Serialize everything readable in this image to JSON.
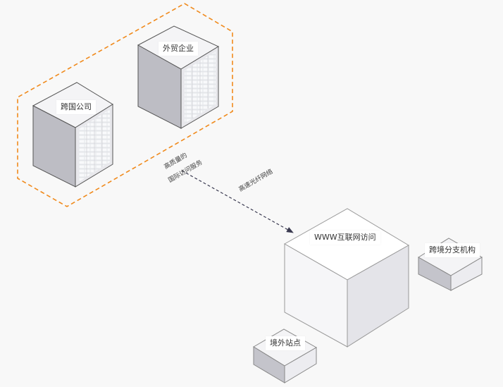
{
  "nodes": {
    "multinational": "跨国公司",
    "trade_company": "外贸企业",
    "www_access": "WWW互联网访问",
    "overseas_site": "境外站点",
    "branch": "跨境分支机构"
  },
  "edges": {
    "quality_line1": "高质量的",
    "quality_line2": "国际访问服务",
    "fiber": "高速光纤网络"
  },
  "colors": {
    "group_border": "#f08a1c",
    "arrow": "#3a3a50"
  }
}
